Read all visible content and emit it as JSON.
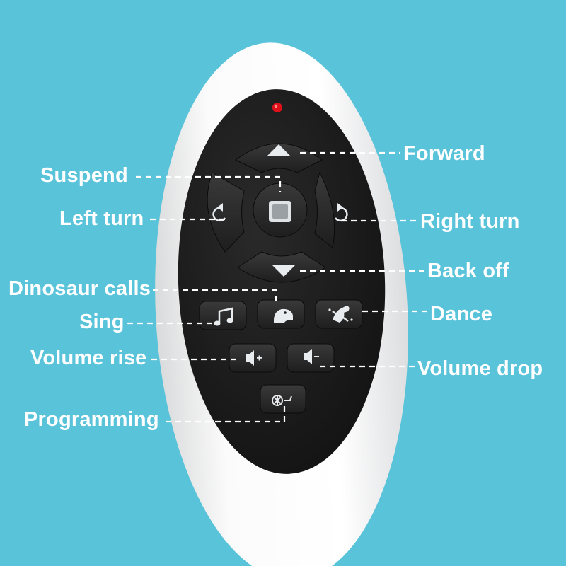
{
  "labels": {
    "forward": "Forward",
    "suspend": "Suspend",
    "left_turn": "Left turn",
    "right_turn": "Right turn",
    "back_off": "Back off",
    "dinosaur_calls": "Dinosaur calls",
    "sing": "Sing",
    "dance": "Dance",
    "volume_rise": "Volume rise",
    "volume_drop": "Volume drop",
    "programming": "Programming"
  },
  "icons": {
    "forward": "triangle-up-icon",
    "back_off": "triangle-down-icon",
    "suspend": "square-stop-icon",
    "left_turn": "rotate-left-icon",
    "right_turn": "rotate-right-icon",
    "sing": "music-note-icon",
    "dinosaur_calls": "dinosaur-head-icon",
    "dance": "dancing-dinosaur-icon",
    "volume_rise": "speaker-plus-icon",
    "volume_drop": "speaker-minus-icon",
    "programming": "programming-icon",
    "indicator": "red-led-icon"
  },
  "colors": {
    "background": "#59c3da",
    "remote_shell": "#f4f4f4",
    "remote_face": "#1c1c1c",
    "button": "#2b2b2b",
    "label": "#ffffff",
    "led": "#e0101a"
  }
}
